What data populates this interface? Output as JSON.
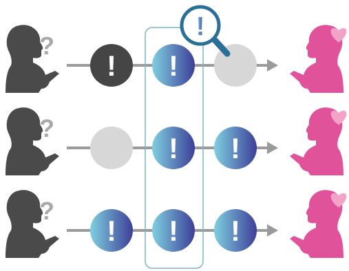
{
  "colors": {
    "user_unsure": "#4a4a4a",
    "user_happy": "#e0529a",
    "heart": "#f4a3c8",
    "question_mark": "#a9a9a9",
    "node_dark": "#454545",
    "node_inactive": "#d7d7d7",
    "node_gradient_start": "#7fcfe0",
    "node_gradient_end": "#3d3f98",
    "connector": "#9a9a9a",
    "highlight_frame": "#7fb3c8",
    "magnifier": "#2a6f99"
  },
  "glyphs": {
    "question": "?",
    "alert": "!"
  },
  "icons": {
    "unsure_user": "person-with-phone-icon",
    "happy_user": "person-with-phone-icon",
    "question": "question-mark-icon",
    "heart": "heart-icon",
    "magnifier": "magnifying-glass-icon",
    "alert": "exclamation-icon"
  },
  "rows": [
    {
      "nodes": [
        "dark",
        "gradient",
        "inactive"
      ]
    },
    {
      "nodes": [
        "inactive",
        "gradient",
        "gradient"
      ]
    },
    {
      "nodes": [
        "gradient",
        "gradient",
        "gradient"
      ]
    }
  ]
}
